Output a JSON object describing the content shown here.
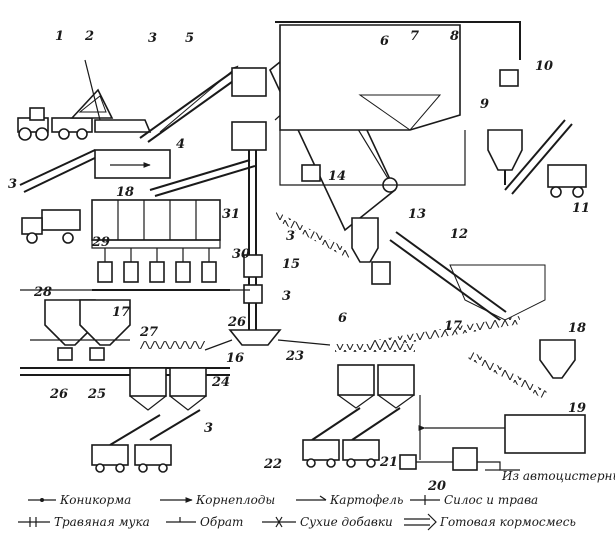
{
  "diagram": {
    "labels": [
      "1",
      "2",
      "3",
      "3",
      "3",
      "3",
      "3",
      "4",
      "5",
      "6",
      "6",
      "7",
      "8",
      "9",
      "10",
      "11",
      "12",
      "13",
      "14",
      "15",
      "16",
      "17",
      "17",
      "18",
      "18",
      "19",
      "20",
      "21",
      "22",
      "23",
      "24",
      "25",
      "26",
      "26",
      "27",
      "28",
      "29",
      "30",
      "31"
    ],
    "source_note": "Из автоцистерны",
    "legend": [
      {
        "label": "Коникорма",
        "line": "dot"
      },
      {
        "label": "Корнеплоды",
        "line": "arrow"
      },
      {
        "label": "Картофель",
        "line": "half-arrow"
      },
      {
        "label": "Силос и трава",
        "line": "tick"
      },
      {
        "label": "Травяная мука",
        "line": "double-tick"
      },
      {
        "label": "Обрат",
        "line": "half-tick"
      },
      {
        "label": "Сухие добавки",
        "line": "cross"
      },
      {
        "label": "Готовая кормосмесь",
        "line": "double-arrow"
      }
    ]
  }
}
